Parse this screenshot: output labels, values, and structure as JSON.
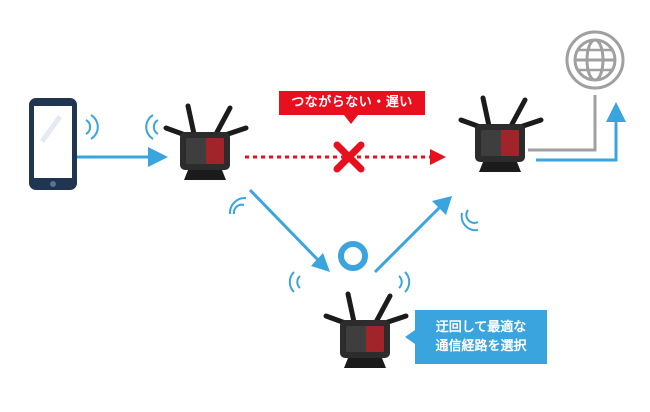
{
  "callouts": {
    "slow_connection": "つながらない・遅い",
    "route_line1": "迂回して最適な",
    "route_line2": "通信経路を選択"
  },
  "icons": [
    "smartphone-icon",
    "wifi-signal-icon",
    "router-icon",
    "globe-icon",
    "cross-mark-icon",
    "circle-ok-icon",
    "arrow-icon"
  ],
  "colors": {
    "flow_blue": "#3aa4de",
    "fail_red": "#e8101e",
    "device_navy": "#1f3550",
    "router_dark": "#2c2c2c",
    "internet_gray": "#a0a0a0"
  }
}
